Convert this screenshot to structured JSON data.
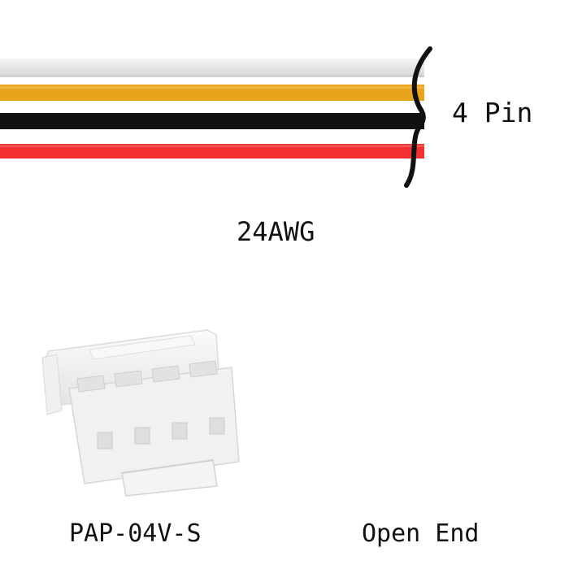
{
  "wires": {
    "count_label": "4 Pin",
    "colors": [
      "#ececec",
      "#e9a41c",
      "#111111",
      "#f2302f"
    ],
    "names": [
      "white-wire",
      "yellow-wire",
      "black-wire",
      "red-wire"
    ]
  },
  "gauge": {
    "label": "24AWG"
  },
  "connector": {
    "label": "PAP-04V-S",
    "pin_count": 4
  },
  "open_end": {
    "label": "Open End"
  }
}
